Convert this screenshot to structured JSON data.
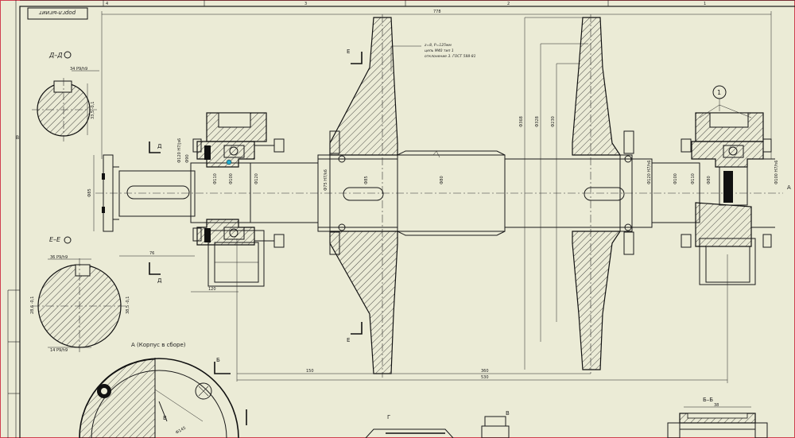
{
  "title_block": {
    "label": "роргл-ыгиит",
    "zones": [
      "4",
      "3",
      "2",
      "1"
    ]
  },
  "side_marks": {
    "left_b": "В",
    "right_a": "А"
  },
  "sections": {
    "dd": {
      "label": "Д–Д",
      "dims": [
        "34 P9/h9",
        "33,5 -0,1"
      ]
    },
    "ee": {
      "label": "Е–Е",
      "dims": [
        "36 P9/h9",
        "28,6 -0,1",
        "38,5 -0,1",
        "14 P9/h9"
      ]
    },
    "view_a": {
      "label": "А (Корпус в сборе)"
    },
    "bb": {
      "label": "Б–Б",
      "dim": "38"
    },
    "g_mark": "Г",
    "v_mark": "В"
  },
  "cut_marks": {
    "d_top": "Д",
    "d_bottom": "Д",
    "e_top": "Е",
    "e_bottom": "Е",
    "b_mark": "Б"
  },
  "callouts": {
    "gear_note": [
      "z=8, P=125мм",
      "цепь М40 тип 1",
      "отклонение 3. ГОСТ 588-81"
    ],
    "balloon": "1"
  },
  "dimensions": {
    "overall": "778",
    "left_offset": "76",
    "hub_len": "120",
    "bottom_left": "150",
    "bottom_mid": "360",
    "bottom_full": "530",
    "flange_dia": "Ф85",
    "shaft_dims": [
      "Ф120 H7/js6",
      "Ф90",
      "Ф110",
      "Ф100",
      "Ф120",
      "Ф75 H7/k6",
      "Ф85",
      "Ф80"
    ],
    "right_dims": [
      "Ф120 H7/h6",
      "Ф100",
      "Ф110",
      "Ф80"
    ],
    "right_side": "Ф100 H7/h6",
    "sprocket_dims": [
      "Ф368",
      "Ф328",
      "Ф230"
    ],
    "view_a_dim": "Ф145"
  }
}
